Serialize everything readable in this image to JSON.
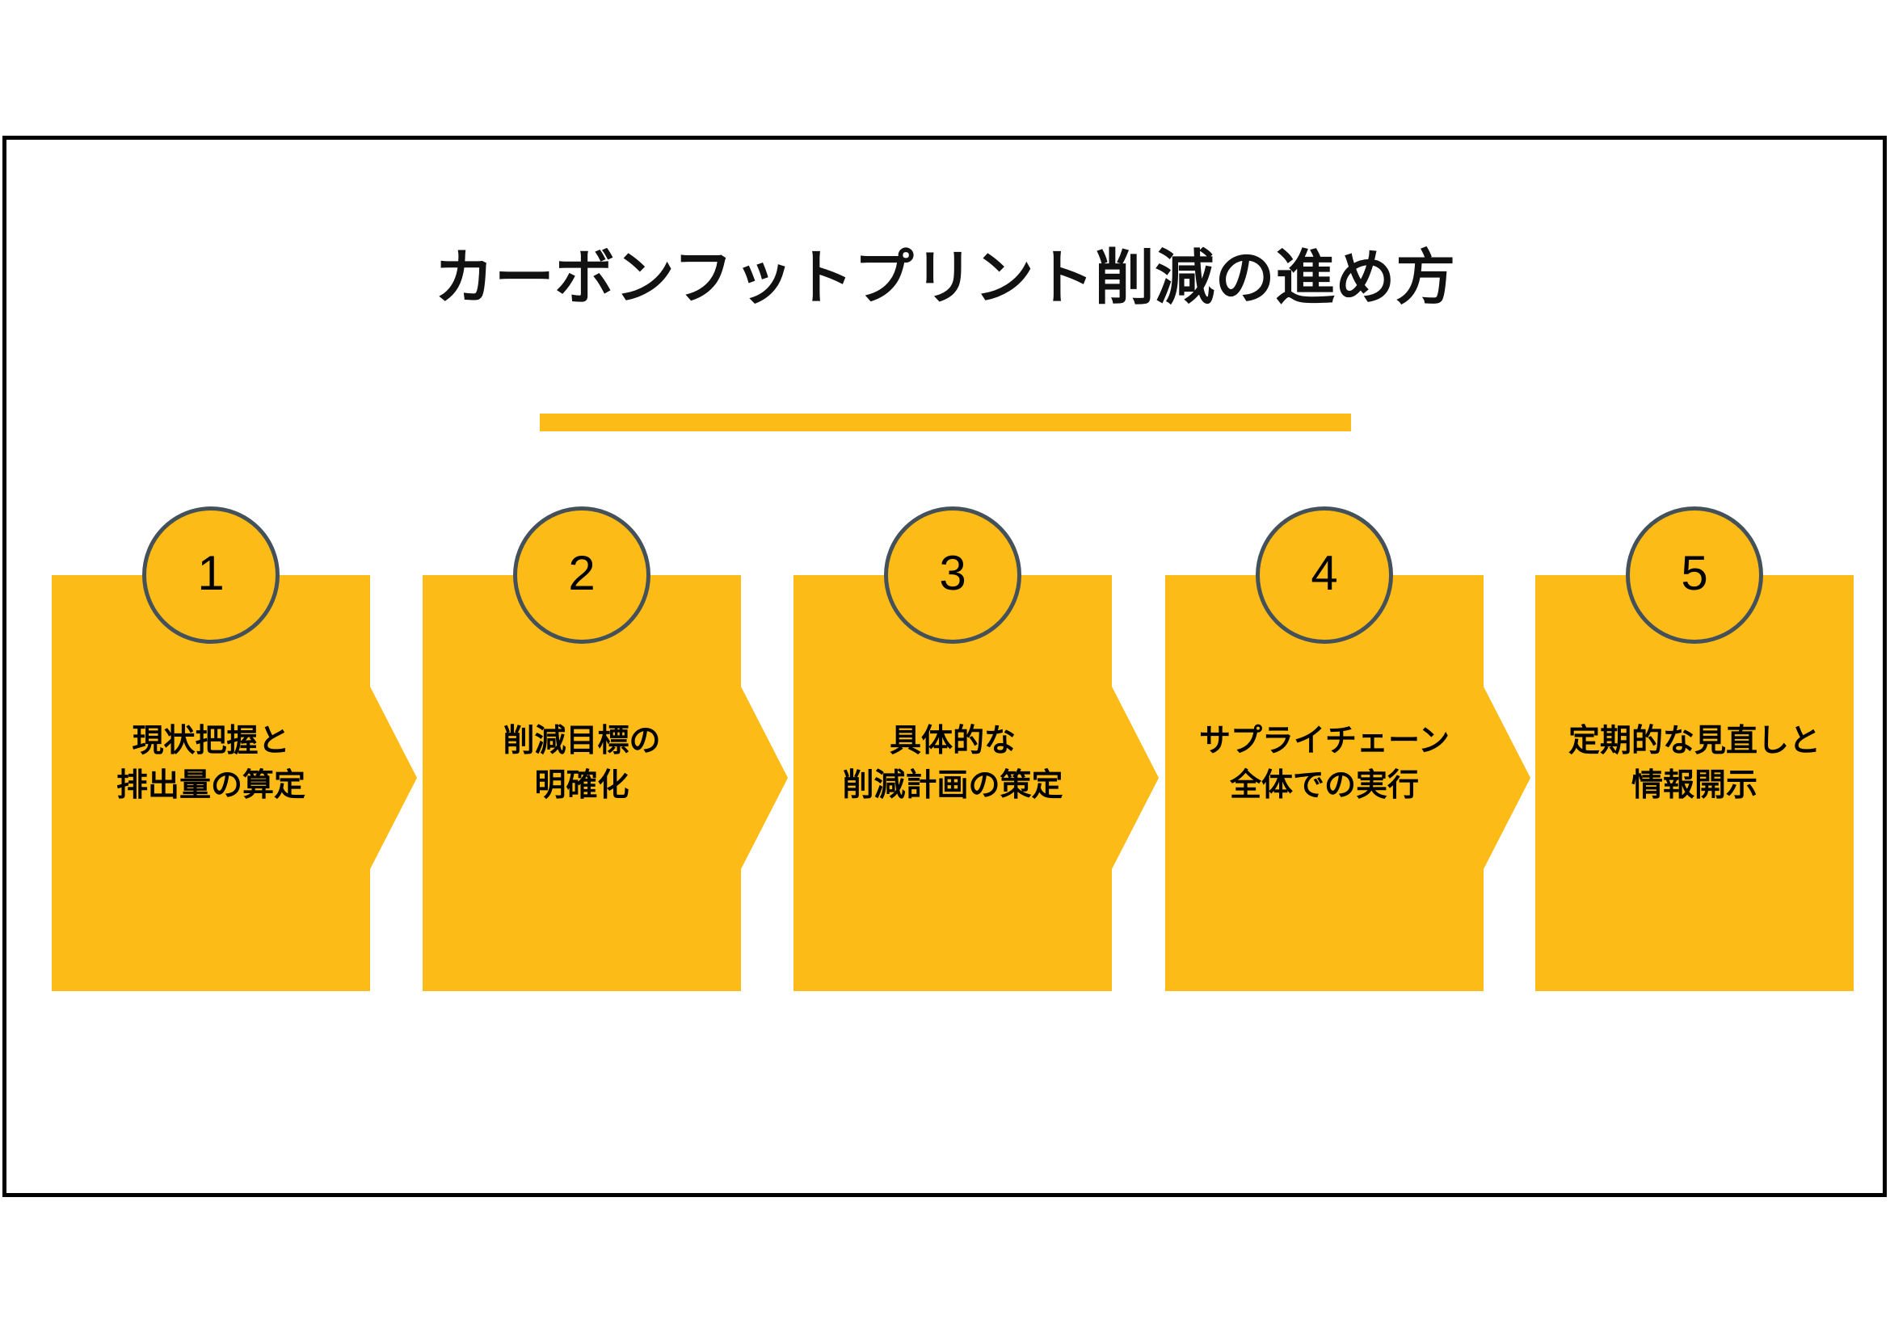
{
  "slide": {
    "title": "カーボンフットプリント削減の進め方",
    "accent_color": "#FCBB16",
    "frame_color": "#000000",
    "circle_border_color": "#44515A",
    "text_color": "#000000"
  },
  "chart_data": {
    "type": "diagram",
    "subtype": "process-flow",
    "title": "カーボンフットプリント削減の進め方",
    "direction": "left-to-right",
    "step_count": 5,
    "steps": [
      {
        "number": "1",
        "label": "現状把握と\n排出量の算定",
        "line1": "現状把握と",
        "line2": "排出量の算定"
      },
      {
        "number": "2",
        "label": "削減目標の\n明確化",
        "line1": "削減目標の",
        "line2": "明確化"
      },
      {
        "number": "3",
        "label": "具体的な\n削減計画の策定",
        "line1": "具体的な",
        "line2": "削減計画の策定"
      },
      {
        "number": "4",
        "label": "サプライチェーン\n全体での実行",
        "line1": "サプライチェーン",
        "line2": "全体での実行"
      },
      {
        "number": "5",
        "label": "定期的な見直しと\n情報開示",
        "line1": "定期的な見直しと",
        "line2": "情報開示"
      }
    ]
  }
}
